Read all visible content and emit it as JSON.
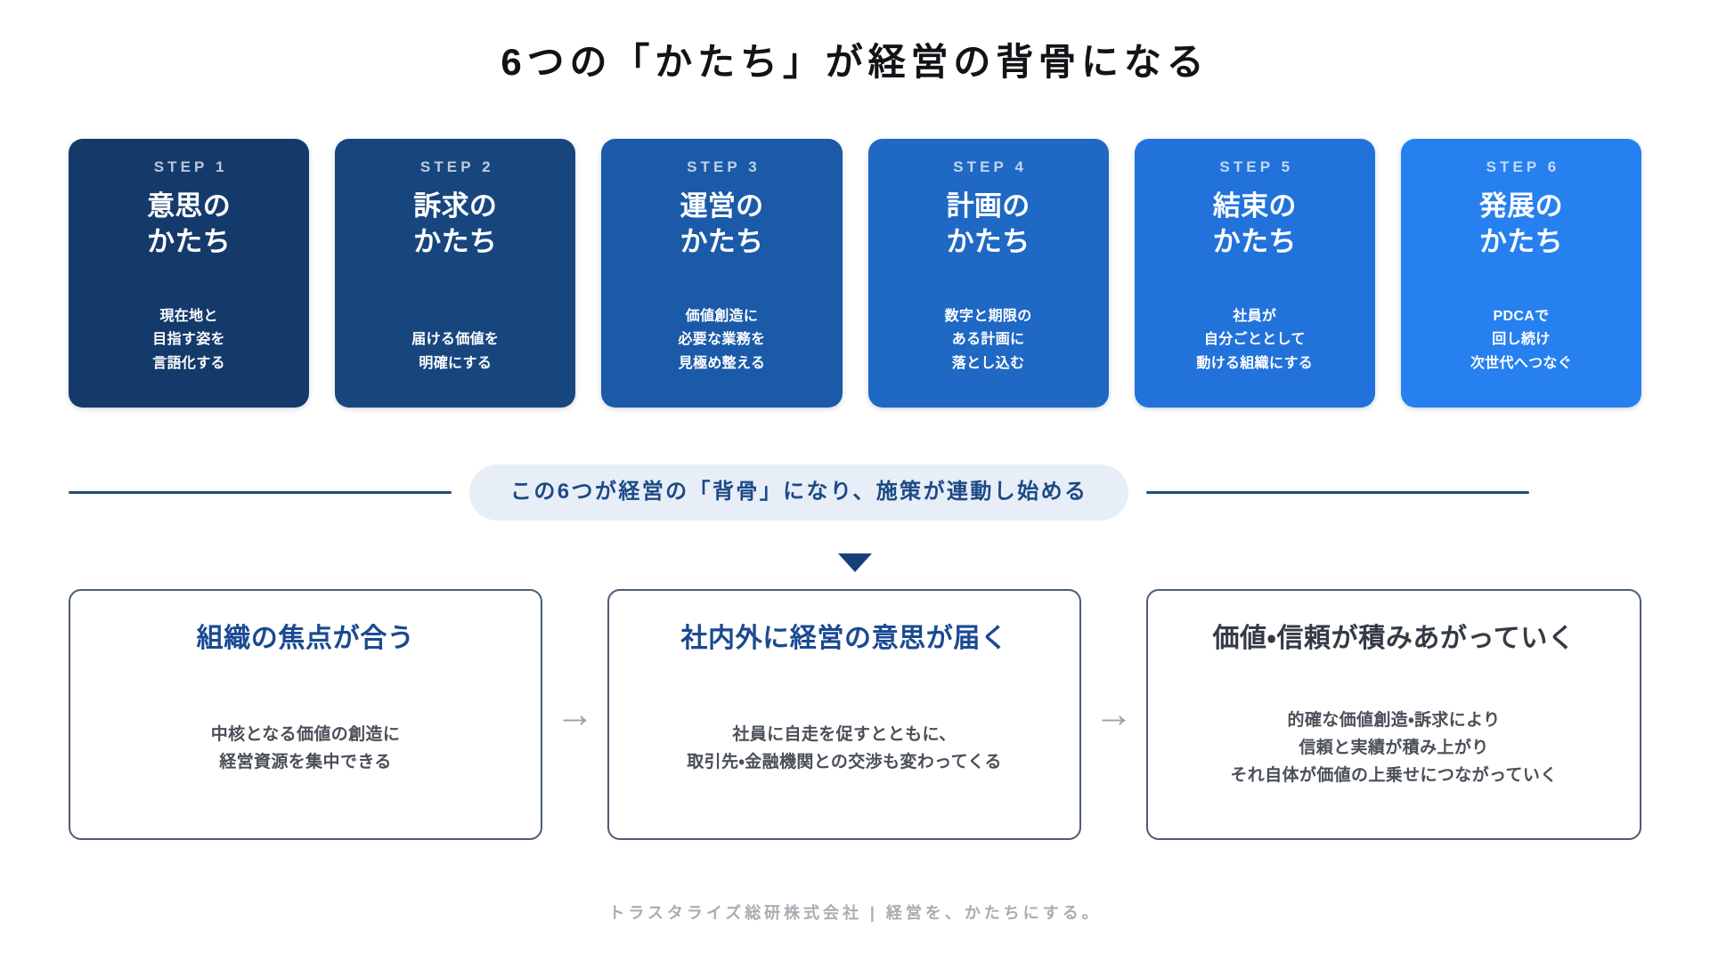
{
  "title": "6つの「かたち」が経営の背骨になる",
  "colors": {
    "step1": "#143a6b",
    "step2": "#17467f",
    "step3": "#1b5aa8",
    "step4": "#1f68c4",
    "step5": "#2272db",
    "step6": "#2680f0",
    "banner_bg": "#e8eef7",
    "banner_text": "#1d4a86",
    "rule": "#254a78",
    "triangle": "#17407a",
    "outcome_border": "#4c5c74",
    "outcome_title_blue": "#1a4a92",
    "outcome_title_dark": "#343b45",
    "arrow": "#9aa2ad",
    "footer_text": "#a8adb5"
  },
  "steps": [
    {
      "label": "STEP 1",
      "title": "意思の\nかたち",
      "desc": "現在地と\n目指す姿を\n言語化する"
    },
    {
      "label": "STEP 2",
      "title": "訴求の\nかたち",
      "desc": "届ける価値を\n明確にする"
    },
    {
      "label": "STEP 3",
      "title": "運営の\nかたち",
      "desc": "価値創造に\n必要な業務を\n見極め整える"
    },
    {
      "label": "STEP 4",
      "title": "計画の\nかたち",
      "desc": "数字と期限の\nある計画に\n落とし込む"
    },
    {
      "label": "STEP 5",
      "title": "結束の\nかたち",
      "desc": "社員が\n自分ごととして\n動ける組織にする"
    },
    {
      "label": "STEP 6",
      "title": "発展の\nかたち",
      "desc": "PDCAで\n回し続け\n次世代へつなぐ"
    }
  ],
  "banner": {
    "text": "この6つが経営の「背骨」になり、施策が連動し始める"
  },
  "outcomes": [
    {
      "title": "組織の焦点が合う",
      "desc": "中核となる価値の創造に\n経営資源を集中できる"
    },
    {
      "title": "社内外に経営の意思が届く",
      "desc": "社員に自走を促すとともに、\n取引先・金融機関との交渉も変わってくる"
    },
    {
      "title": "価値・信頼が積みあがっていく",
      "desc": "的確な価値創造・訴求により\n信頼と実績が積み上がり\nそれ自体が価値の上乗せにつながっていく"
    }
  ],
  "arrows": {
    "right_glyph": "→"
  },
  "footer": {
    "text": "トラスタライズ総研株式会社 | 経営を、かたちにする。"
  }
}
